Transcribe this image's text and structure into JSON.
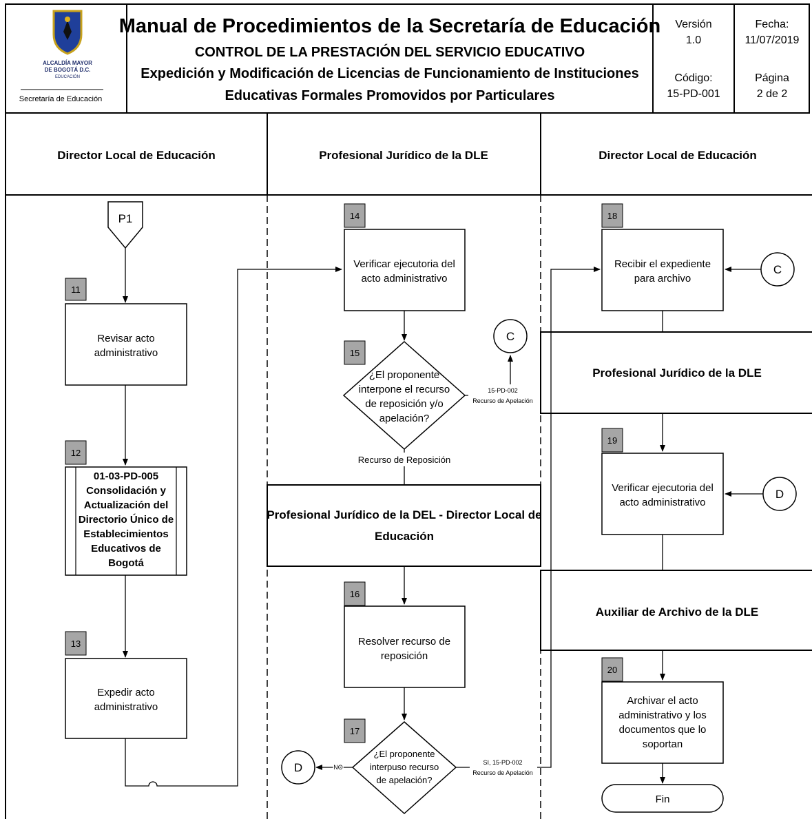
{
  "header": {
    "logo": {
      "line1": "ALCALDÍA MAYOR",
      "line2": "DE BOGOTÁ D.C.",
      "line3": "EDUCACIÓN",
      "caption": "Secretaría de Educación"
    },
    "title": "Manual de Procedimientos de la Secretaría de Educación",
    "subtitle": "CONTROL DE LA PRESTACIÓN DEL SERVICIO EDUCATIVO",
    "desc_line1": "Expedición y Modificación de Licencias de Funcionamiento de Instituciones",
    "desc_line2": "Educativas Formales Promovidos por Particulares",
    "version_label": "Versión",
    "version_value": "1.0",
    "code_label": "Código:",
    "code_value": "15-PD-001",
    "date_label": "Fecha:",
    "date_value": "11/07/2019",
    "page_label": "Página",
    "page_value": "2 de 2"
  },
  "lanes": {
    "lane1": "Director Local de Educación",
    "lane2": "Profesional Jurídico de la DLE",
    "lane3": "Director Local de Educación",
    "sub_lane2_line1": "Profesional Jurídico de la DEL - Director Local de",
    "sub_lane2_line2": "Educación",
    "sub_lane3a": "Profesional Jurídico de la DLE",
    "sub_lane3b": "Auxiliar de Archivo de la DLE"
  },
  "connectors": {
    "p1": "P1",
    "c_out": "C",
    "c_in": "C",
    "d_out": "D",
    "d_in": "D"
  },
  "steps": {
    "s11": {
      "num": "11",
      "line1": "Revisar acto",
      "line2": "administrativo"
    },
    "s12": {
      "num": "12",
      "line1": "01-03-PD-005",
      "line2": "Consolidación y",
      "line3": "Actualización del",
      "line4": "Directorio Único de",
      "line5": "Establecimientos",
      "line6": "Educativos de",
      "line7": "Bogotá"
    },
    "s13": {
      "num": "13",
      "line1": "Expedir acto",
      "line2": "administrativo"
    },
    "s14": {
      "num": "14",
      "line1": "Verificar ejecutoria del",
      "line2": "acto administrativo"
    },
    "s15": {
      "num": "15",
      "line1": "¿El proponente",
      "line2": "interpone el recurso",
      "line3": "de reposición y/o",
      "line4": "apelación?"
    },
    "s16": {
      "num": "16",
      "line1": "Resolver recurso de",
      "line2": "reposición"
    },
    "s17": {
      "num": "17",
      "line1": "¿El proponente",
      "line2": "interpuso recurso",
      "line3": "de apelación?"
    },
    "s18": {
      "num": "18",
      "line1": "Recibir el expediente",
      "line2": "para archivo"
    },
    "s19": {
      "num": "19",
      "line1": "Verificar ejecutoria del",
      "line2": "acto administrativo"
    },
    "s20": {
      "num": "20",
      "line1": "Archivar el acto",
      "line2": "administrativo y los",
      "line3": "documentos que lo",
      "line4": "soportan"
    },
    "fin": "Fin"
  },
  "edge_labels": {
    "s15_right_line1": "15-PD-002",
    "s15_right_line2": "Recurso de Apelación",
    "s15_down": "Recurso de Reposición",
    "s17_left": "NO",
    "s17_right_line1": "SI, 15-PD-002",
    "s17_right_line2": "Recurso de Apelación"
  }
}
